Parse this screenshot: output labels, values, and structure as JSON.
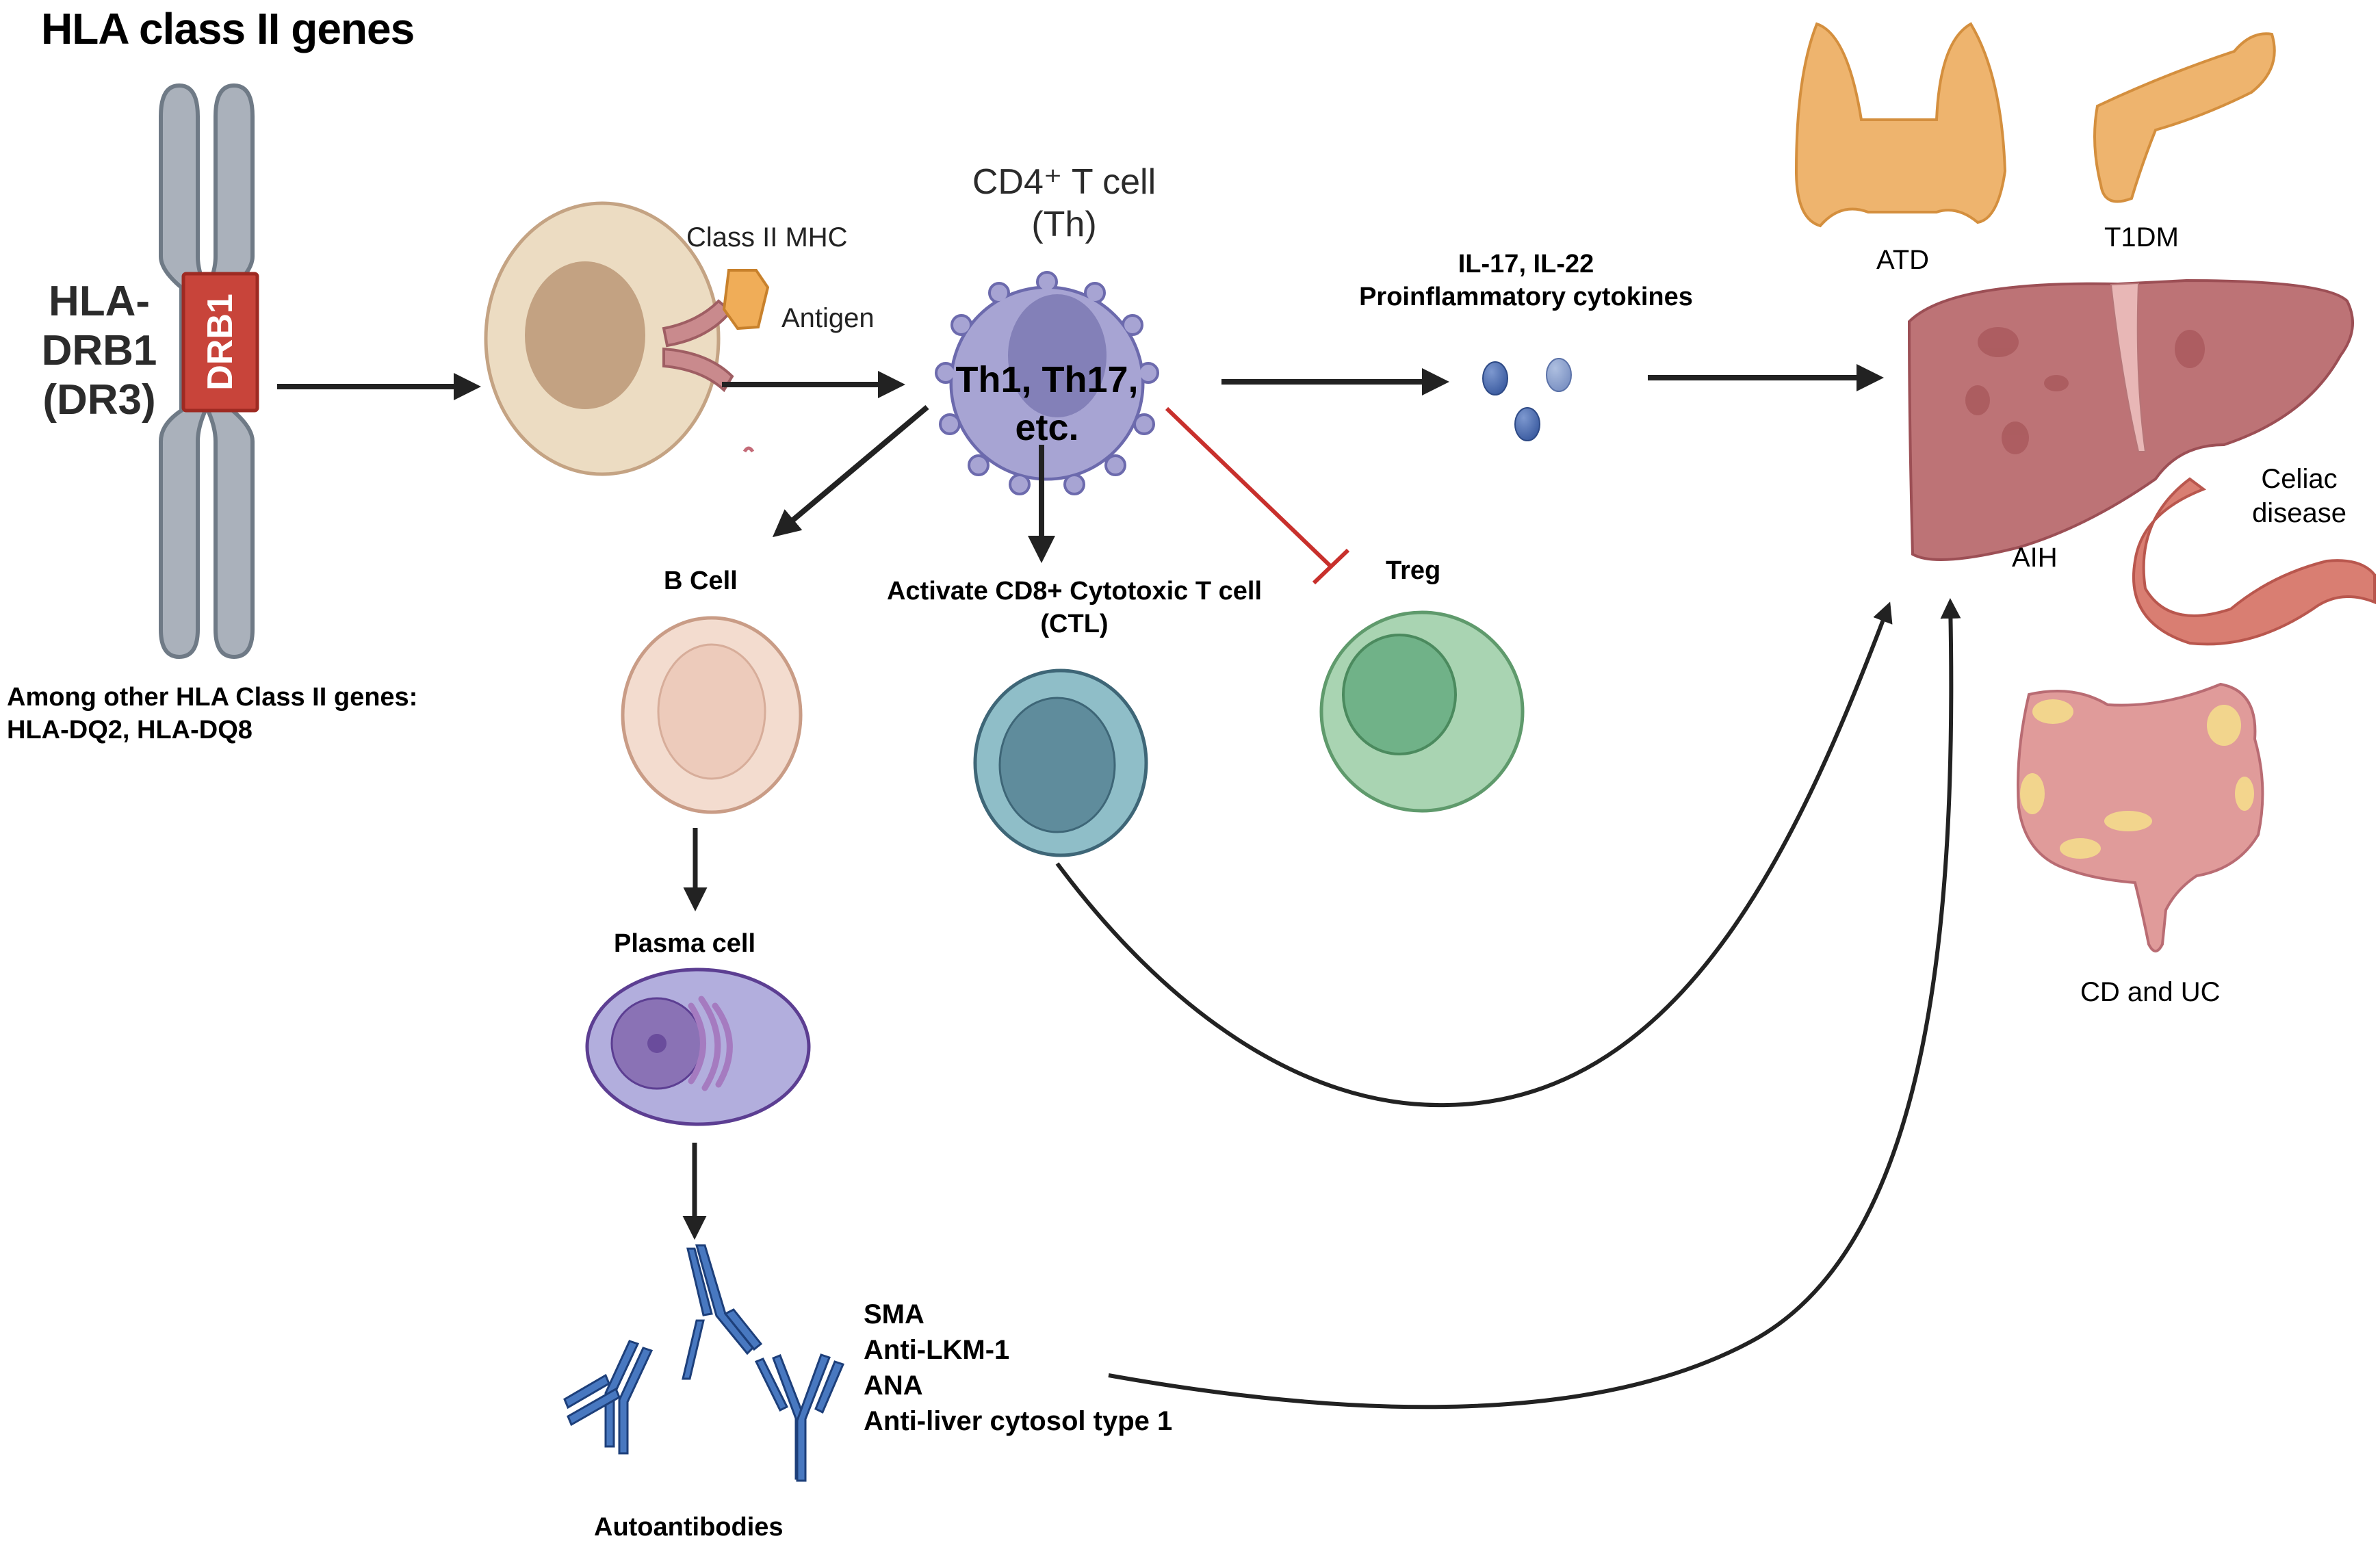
{
  "title": "HLA class II genes",
  "gene": {
    "label_line1": "HLA-",
    "label_line2": "DRB1",
    "label_line3": "(DR3)",
    "band_label": "DRB1",
    "other_genes_line1": "Among other HLA Class II genes:",
    "other_genes_line2": "HLA-DQ2, HLA-DQ8"
  },
  "apc": {
    "mhc_label": "Class II MHC",
    "antigen_label": "Antigen"
  },
  "cd4": {
    "title_line1": "CD4⁺ T cell",
    "title_line2": "(Th)",
    "subsets_line1": "Th1, Th17,",
    "subsets_line2": "etc."
  },
  "cytokines": {
    "line1": "IL-17, IL-22",
    "line2": "Proinflammatory cytokines"
  },
  "b_cell": {
    "label": "B Cell"
  },
  "ctl": {
    "line1": "Activate CD8+ Cytotoxic T cell",
    "line2": "(CTL)"
  },
  "treg": {
    "label": "Treg"
  },
  "plasma_cell": {
    "label": "Plasma cell"
  },
  "autoantibodies": {
    "label": "Autoantibodies",
    "items": [
      "SMA",
      "Anti-LKM-1",
      "ANA",
      "Anti-liver cytosol type 1"
    ]
  },
  "organs": {
    "thyroid": "ATD",
    "pancreas": "T1DM",
    "liver": "AIH",
    "small_intestine_line1": "Celiac",
    "small_intestine_line2": "disease",
    "colon": "CD and UC"
  },
  "colors": {
    "arrow": "#222222",
    "inhibition": "#c8302c",
    "chromosome": "#aab1bb",
    "drb1_band": "#c8443a",
    "apc_cell": "#ecdcc2",
    "cd4_cell": "#a7a4d3",
    "treg_cell": "#a9d4b2",
    "ctl_cell": "#7fb0bc",
    "b_cell": "#f3dccf",
    "plasma_cell": "#b2aedd",
    "antibody": "#4878c0",
    "liver": "#bd7376",
    "thyroid": "#eeb46e"
  }
}
